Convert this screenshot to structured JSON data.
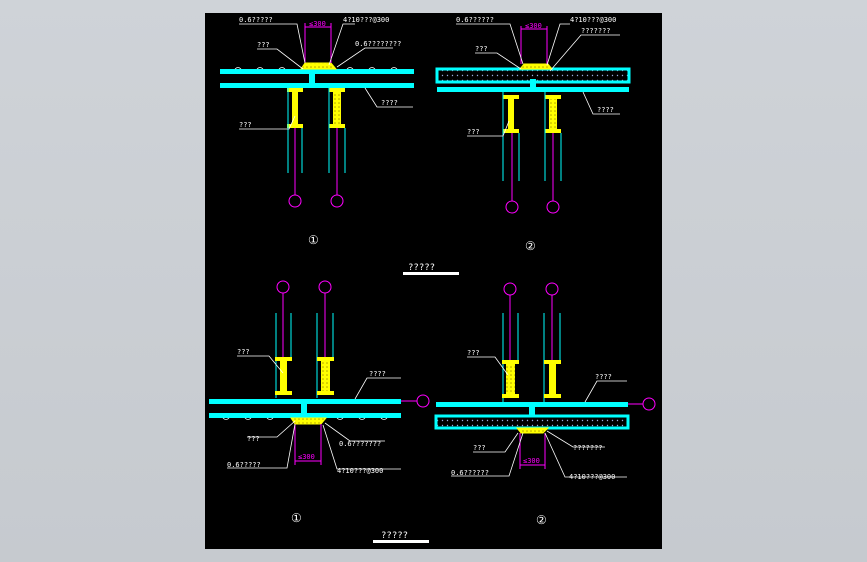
{
  "colors": {
    "beam": "#00ffff",
    "leader": "#ffffff",
    "dim": "#ff00ff",
    "steel": "#ffff00",
    "background": "#000000"
  },
  "labels": {
    "zinc_plate": "0.6?????",
    "zinc_plate_b": "0.6??????",
    "zinc_plate_c": "0.6???????",
    "anchor": "4?10???@300",
    "anchor_b": "4?10???@300",
    "width_limit": "≤300",
    "weld": "???",
    "insulation": "0.6????????",
    "pipe_a": "???????",
    "purlin": "????",
    "column": "???",
    "detail_1": "①",
    "detail_2": "②",
    "caption_top": "?????",
    "caption_bottom": "?????"
  }
}
